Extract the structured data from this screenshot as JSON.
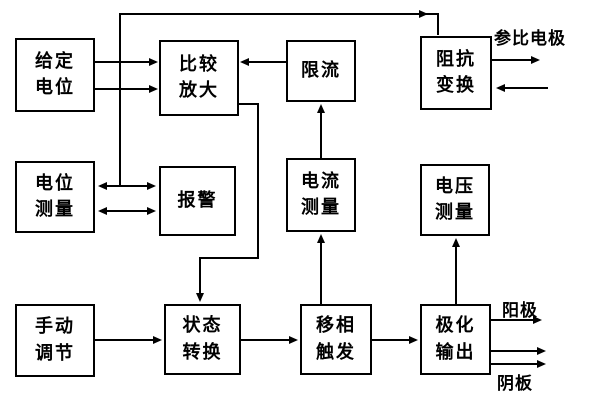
{
  "colors": {
    "ink": "#000000",
    "background": "#ffffff"
  },
  "blocks": {
    "set_potential": "给定\n电位",
    "compare_amplify": "比较\n放大",
    "current_limit": "限流",
    "impedance_transform": "阻抗\n变换",
    "potential_measure": "电位\n测量",
    "alarm": "报警",
    "current_measure": "电流\n测量",
    "voltage_measure": "电压\n测量",
    "manual_adjust": "手动\n调节",
    "state_transition": "状态\n转换",
    "phase_shift_trigger": "移相\n触发",
    "polarization_output": "极化\n输出"
  },
  "labels": {
    "reference_electrode": "参比电极",
    "anode": "阳极",
    "cathode_plate": "阴板"
  },
  "connections": [
    {
      "from": "set_potential",
      "to": "compare_amplify",
      "lines": 2
    },
    {
      "from": "current_limit",
      "to": "compare_amplify"
    },
    {
      "from": "current_measure",
      "to": "current_limit"
    },
    {
      "from": "feedback_bus",
      "to": "impedance_transform"
    },
    {
      "from": "impedance_transform",
      "to": "reference_electrode"
    },
    {
      "from": "reference_electrode",
      "to": "impedance_transform"
    },
    {
      "from": "potential_measure",
      "to": "alarm",
      "style": "bidirectional",
      "lines": 2
    },
    {
      "from": "compare_amplify",
      "to": "state_transition"
    },
    {
      "from": "manual_adjust",
      "to": "state_transition"
    },
    {
      "from": "state_transition",
      "to": "phase_shift_trigger"
    },
    {
      "from": "phase_shift_trigger",
      "to": "polarization_output"
    },
    {
      "from": "phase_shift_trigger",
      "to": "current_measure"
    },
    {
      "from": "polarization_output",
      "to": "voltage_measure"
    },
    {
      "from": "polarization_output",
      "to": "anode"
    },
    {
      "from": "polarization_output",
      "to": "cathode_plate",
      "lines": 2
    }
  ]
}
